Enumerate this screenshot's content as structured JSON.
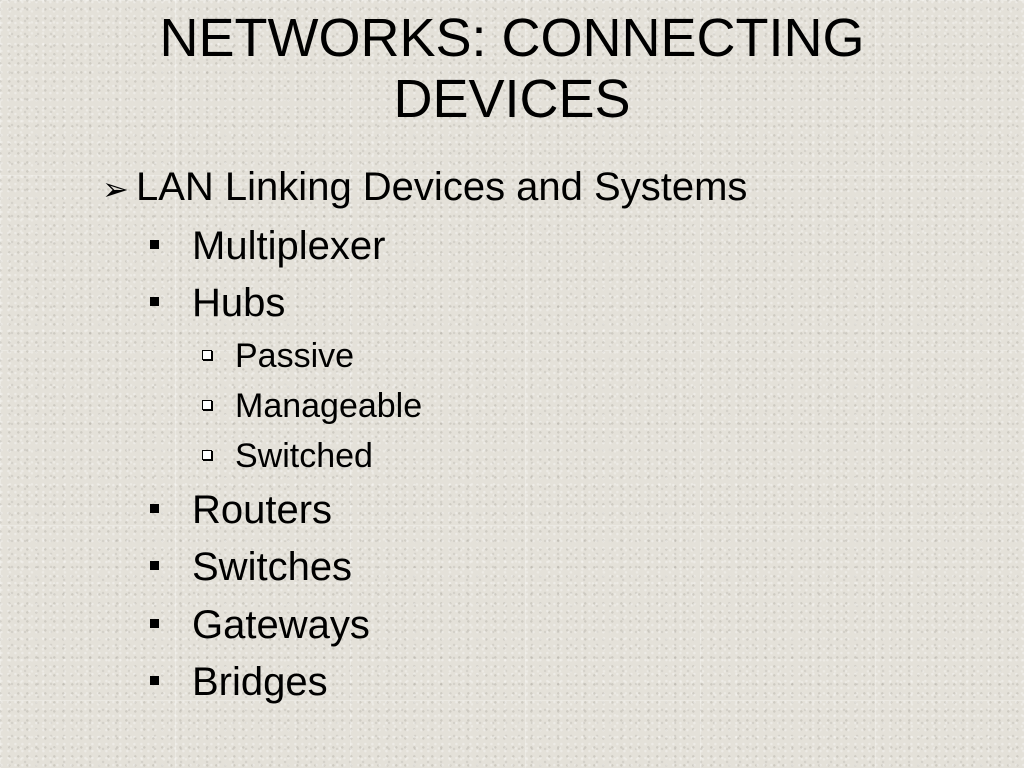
{
  "slide": {
    "title_line1": "NETWORKS: CONNECTING",
    "title_line2": "DEVICES",
    "level1_bullet_icon": "arrow-bullet-icon",
    "level1_text": "LAN Linking Devices and Systems",
    "items": [
      {
        "text": "Multiplexer",
        "level": 2
      },
      {
        "text": "Hubs",
        "level": 2
      },
      {
        "text": "Passive",
        "level": 3
      },
      {
        "text": "Manageable",
        "level": 3
      },
      {
        "text": "Switched",
        "level": 3
      },
      {
        "text": "Routers",
        "level": 2
      },
      {
        "text": "Switches",
        "level": 2
      },
      {
        "text": "Gateways",
        "level": 2
      },
      {
        "text": "Bridges",
        "level": 2
      }
    ]
  }
}
